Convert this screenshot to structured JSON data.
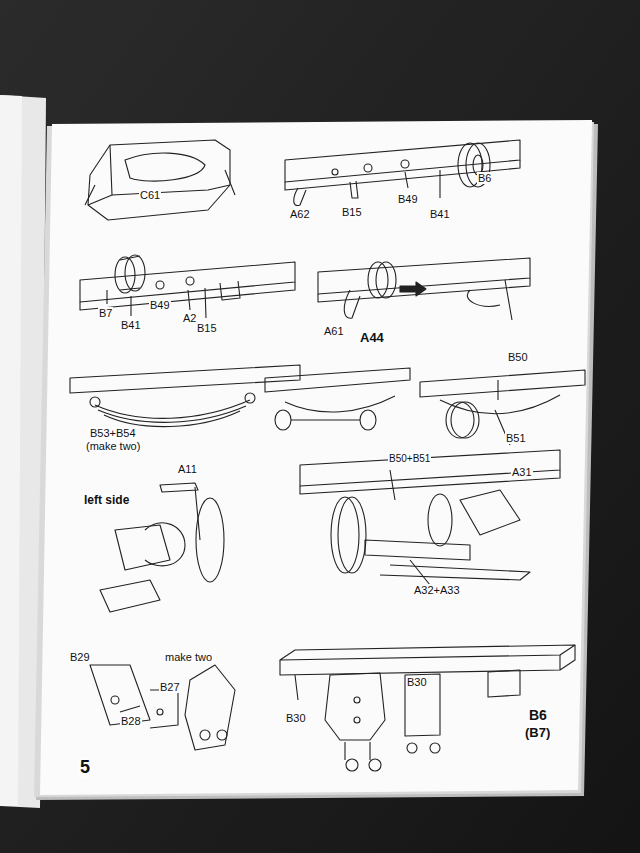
{
  "diagram": {
    "labels": [
      "C61",
      "A62",
      "B15",
      "B49",
      "B41",
      "B6",
      "B7",
      "B41",
      "B49",
      "A2",
      "B15",
      "A61",
      "A44",
      "B50",
      "B53+B54",
      "(make two)",
      "B51",
      "A11",
      "left side",
      "B50+B51",
      "A31",
      "A32+A33",
      "B29",
      "make two",
      "B27",
      "B28",
      "B30",
      "B30",
      "B6",
      "(B7)",
      "5"
    ]
  }
}
